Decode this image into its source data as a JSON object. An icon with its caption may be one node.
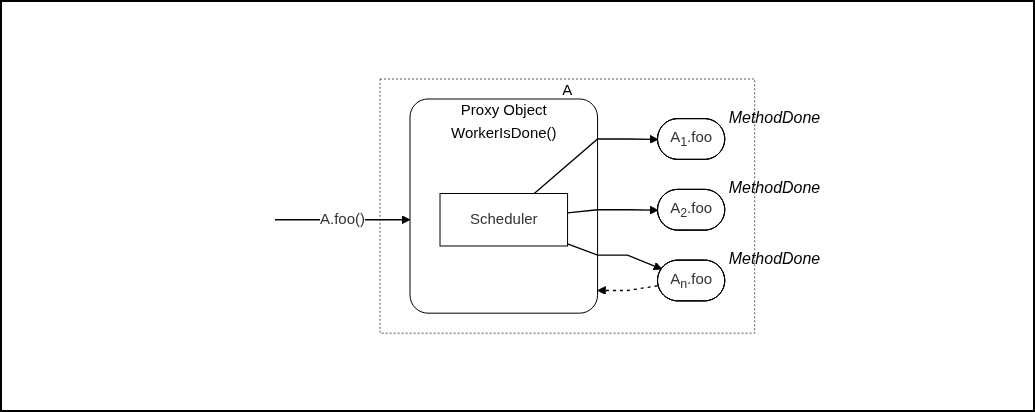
{
  "diagram": {
    "nodes": [
      {
        "text": [
          "A"
        ]
      },
      {
        "text": [
          "Proxy Object",
          "WorkerIsDone()"
        ],
        "in": 0
      },
      {
        "text": [
          "Scheduler"
        ],
        "in": 1
      },
      {
        "text": [
          "A$_{1}$.foo"
        ],
        "in": 0,
        "beside": [
          "MethodDone"
        ]
      },
      {
        "text": [
          "A$_{2}$.foo"
        ],
        "in": 0,
        "beside": [
          "MethodDone"
        ]
      },
      {
        "text": [
          "A$_{n}$.foo"
        ],
        "in": 0,
        "beside": [
          "MethodDone"
        ]
      }
    ],
    "edges": [
      {
        "from": null,
        "to": 1,
        "arrow": "to",
        "label": "A.foo()"
      },
      {
        "from": 2,
        "to": 3,
        "arrow": "to"
      },
      {
        "from": 2,
        "to": 4,
        "arrow": "to"
      },
      {
        "from": 2,
        "to": 5,
        "arrow": "to"
      },
      {
        "from": 5,
        "to": 1,
        "arrow": "to",
        "style": "dashed"
      }
    ]
  }
}
